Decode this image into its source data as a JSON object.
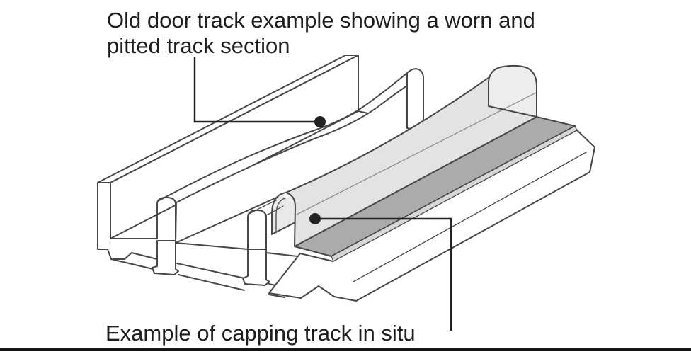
{
  "figure": {
    "top_caption_line1": "Old door track example showing a worn and",
    "top_caption_line2": "pitted track section",
    "bottom_caption": "Example of capping track in situ"
  },
  "callouts": {
    "worn_track": "points to worn and pitted rail of old door track",
    "capping_track": "points to capping track fitted over old rail"
  },
  "colors": {
    "outline": "#474747",
    "leader": "#222222",
    "text": "#1e1e1e",
    "cap_light": "#e8e9eb",
    "cap_right": "#e2e3e5",
    "cap_far": "#ededef",
    "cap_highlight": "#f8f8fa",
    "flange": "#a9abad",
    "flange_edge": "#d6d7d9",
    "rule": "#141414",
    "background": "#ffffff"
  }
}
